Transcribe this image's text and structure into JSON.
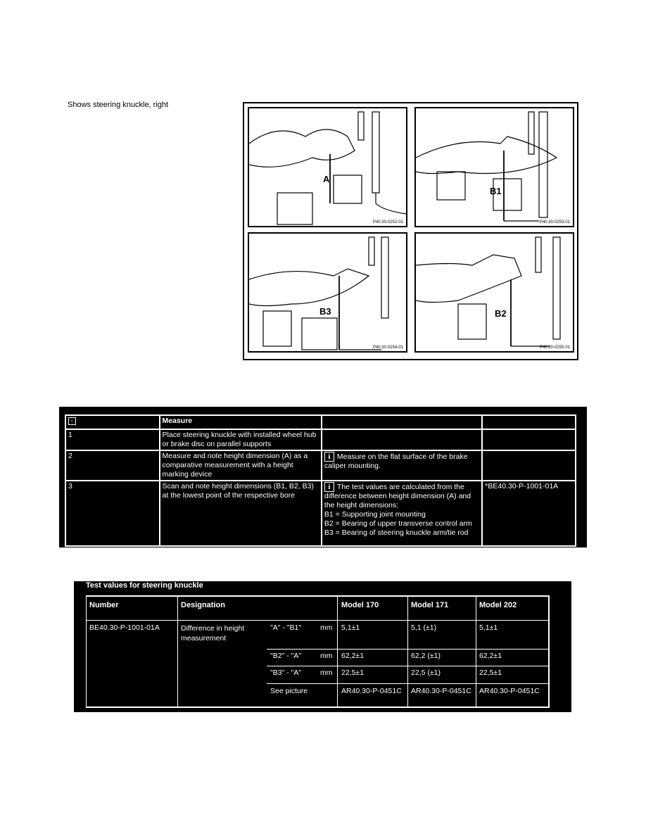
{
  "caption": "Shows steering knuckle, right",
  "figure": {
    "panels": [
      {
        "label": "A",
        "id": "P40.30-0252-01"
      },
      {
        "label": "B1",
        "id": "P40.30-0253-01"
      },
      {
        "label": "B3",
        "id": "P40.30-0254-01"
      },
      {
        "label": "B2",
        "id": "P40.30-0255-01"
      }
    ]
  },
  "steps": {
    "header": {
      "icon": "step-icon",
      "measure": "Measure",
      "note": "",
      "ref": ""
    },
    "rows": [
      {
        "n": "1",
        "measure": "Place steering knuckle with installed wheel hub or brake disc on parallel supports",
        "note": "",
        "ref": ""
      },
      {
        "n": "2",
        "measure": "Measure and note height dimension (A) as a comparative measurement with a height marking device",
        "note": "Measure on the flat surface of the brake caliper mounting.",
        "ref": ""
      },
      {
        "n": "3",
        "measure": "Scan and note height dimensions (B1, B2, B3) at the lowest point of the respective bore",
        "note": "The test values are calculated from the difference between height dimension (A) and the height dimensions:",
        "note_lines": [
          "B1 = Supporting joint mounting",
          "B2 = Bearing of upper transverse control arm",
          "B3 = Bearing of steering knuckle arm/tie rod"
        ],
        "ref": "*BE40.30-P-1001-01A"
      }
    ],
    "info_icon": "i"
  },
  "test_values": {
    "title": "Test values for steering knuckle",
    "headers": [
      "Number",
      "Designation",
      "Model 170",
      "Model 171",
      "Model 202"
    ],
    "number": "BE40.30-P-1001-01A",
    "designation": "Difference in height measurement",
    "rows": [
      {
        "label": "\"A\" - \"B1\"",
        "unit": "mm",
        "m170": "5,1±1",
        "m171": "5,1 (±1)",
        "m202": "5,1±1"
      },
      {
        "label": "\"B2\" - \"A\"",
        "unit": "mm",
        "m170": "62,2±1",
        "m171": "62,2 (±1)",
        "m202": "62,2±1"
      },
      {
        "label": "\"B3\" - \"A\"",
        "unit": "mm",
        "m170": "22,5±1",
        "m171": "22,5 (±1)",
        "m202": "22,5±1"
      },
      {
        "label": "See picture",
        "unit": "",
        "m170": "AR40.30-P-0451C",
        "m171": "AR40.30-P-0451C",
        "m202": "AR40.30-P-0451C"
      }
    ]
  }
}
